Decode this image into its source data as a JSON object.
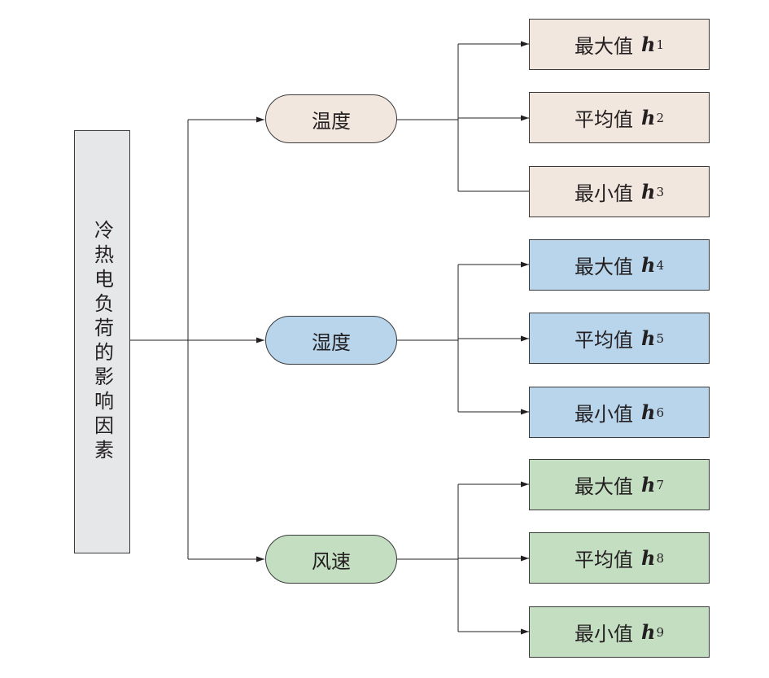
{
  "root": {
    "label": "冷热电负荷的影响因素",
    "fill": "#e6e7e8"
  },
  "categories": [
    {
      "label": "温度",
      "fill": "#f2e7de",
      "leaves": [
        {
          "label": "最大值",
          "symbol": "h",
          "sub": "1"
        },
        {
          "label": "平均值",
          "symbol": "h",
          "sub": "2"
        },
        {
          "label": "最小值",
          "symbol": "h",
          "sub": "3"
        }
      ]
    },
    {
      "label": "湿度",
      "fill": "#b8d5ec",
      "leaves": [
        {
          "label": "最大值",
          "symbol": "h",
          "sub": "4"
        },
        {
          "label": "平均值",
          "symbol": "h",
          "sub": "5"
        },
        {
          "label": "最小值",
          "symbol": "h",
          "sub": "6"
        }
      ]
    },
    {
      "label": "风速",
      "fill": "#c4dec2",
      "leaves": [
        {
          "label": "最大值",
          "symbol": "h",
          "sub": "7"
        },
        {
          "label": "平均值",
          "symbol": "h",
          "sub": "8"
        },
        {
          "label": "最小值",
          "symbol": "h",
          "sub": "9"
        }
      ]
    }
  ],
  "line_color": "#231f20"
}
